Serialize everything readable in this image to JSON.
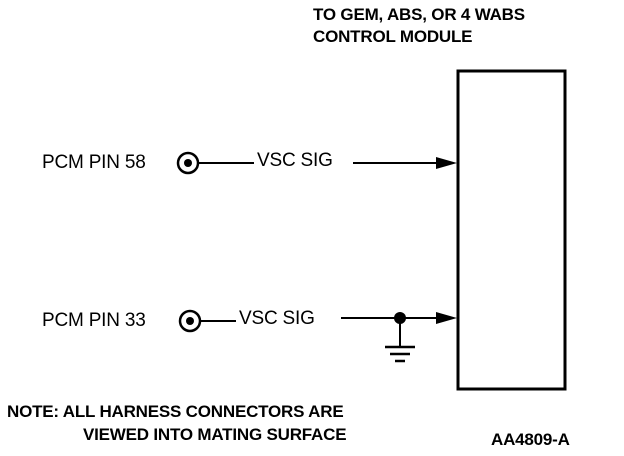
{
  "diagram": {
    "module": {
      "title_line1": "TO GEM, ABS, OR 4 WABS",
      "title_line2": "CONTROL MODULE"
    },
    "circuits": [
      {
        "pin_label": "PCM PIN 58",
        "signal_label": "VSC SIG",
        "connector": "connector-circle-icon",
        "grounded": false
      },
      {
        "pin_label": "PCM PIN 33",
        "signal_label": "VSC SIG",
        "connector": "connector-circle-icon",
        "grounded": true
      }
    ],
    "note": {
      "line1": "NOTE: ALL HARNESS CONNECTORS ARE",
      "line2": "VIEWED INTO MATING SURFACE"
    },
    "figure_id": "AA4809-A"
  }
}
